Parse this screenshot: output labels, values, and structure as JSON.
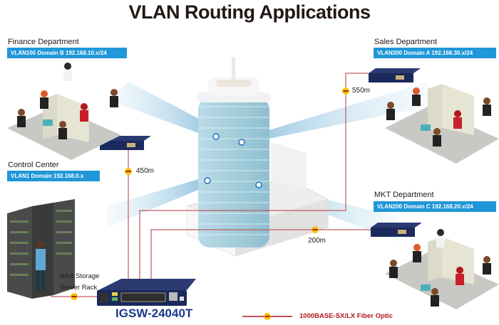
{
  "title": "VLAN Routing Applications",
  "departments": [
    {
      "name": "Finance Department",
      "vlan": "VLAN100 Domain B 192.168.10.x/24"
    },
    {
      "name": "Sales Department",
      "vlan": "VLAN300 Domain A 192.168.30.x/24"
    },
    {
      "name": "Control Center",
      "vlan": "VLAN1 Domain 192.168.0.x"
    },
    {
      "name": "MKT Department",
      "vlan": "VLAN200 Domain C 192.168.20.x/24"
    }
  ],
  "links": [
    {
      "badge": "1000",
      "distance": "450m"
    },
    {
      "badge": "1000",
      "distance": "550m"
    },
    {
      "badge": "1000",
      "distance": "200m"
    },
    {
      "badge": "1000",
      "distance": ""
    }
  ],
  "nas_label": [
    "NAS Storage",
    "Server Rack"
  ],
  "switch_model": "IGSW-24040T",
  "legend": {
    "badge": "1000",
    "label": "1000BASE-SX/LX Fiber Optic"
  },
  "colors": {
    "vlan_bar": "#1f97d8",
    "fiber_line": "#b0191e",
    "badge": "#f5c400",
    "switch": "#1b2a5c",
    "model_text": "#1b3a8c"
  }
}
